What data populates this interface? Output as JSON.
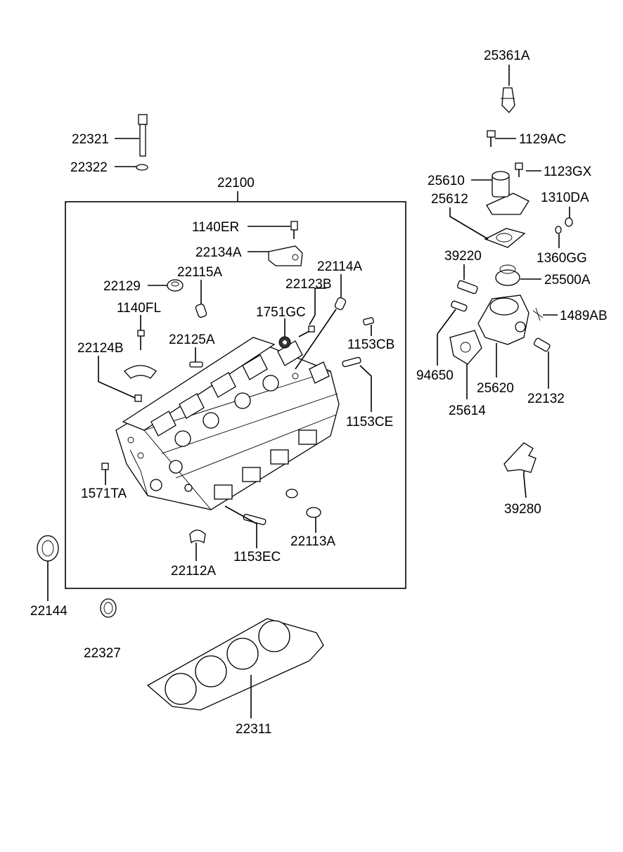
{
  "labels": {
    "p22100": "22100",
    "p22321": "22321",
    "p22322": "22322",
    "p1140ER": "1140ER",
    "p22134A": "22134A",
    "p22115A": "22115A",
    "p22114A": "22114A",
    "p22129": "22129",
    "p22123B": "22123B",
    "p1140FL": "1140FL",
    "p1751GC": "1751GC",
    "p22125A": "22125A",
    "p1153CB": "1153CB",
    "p22124B": "22124B",
    "p1153CE": "1153CE",
    "p1571TA": "1571TA",
    "p22113A": "22113A",
    "p1153EC": "1153EC",
    "p22112A": "22112A",
    "p22144": "22144",
    "p22327": "22327",
    "p22311": "22311",
    "p25361A": "25361A",
    "p1129AC": "1129AC",
    "p1123GX": "1123GX",
    "p25610": "25610",
    "p25612": "25612",
    "p1310DA": "1310DA",
    "p1360GG": "1360GG",
    "p39220": "39220",
    "p25500A": "25500A",
    "p1489AB": "1489AB",
    "p94650": "94650",
    "p25620": "25620",
    "p25614": "25614",
    "p22132": "22132",
    "p39280": "39280"
  }
}
